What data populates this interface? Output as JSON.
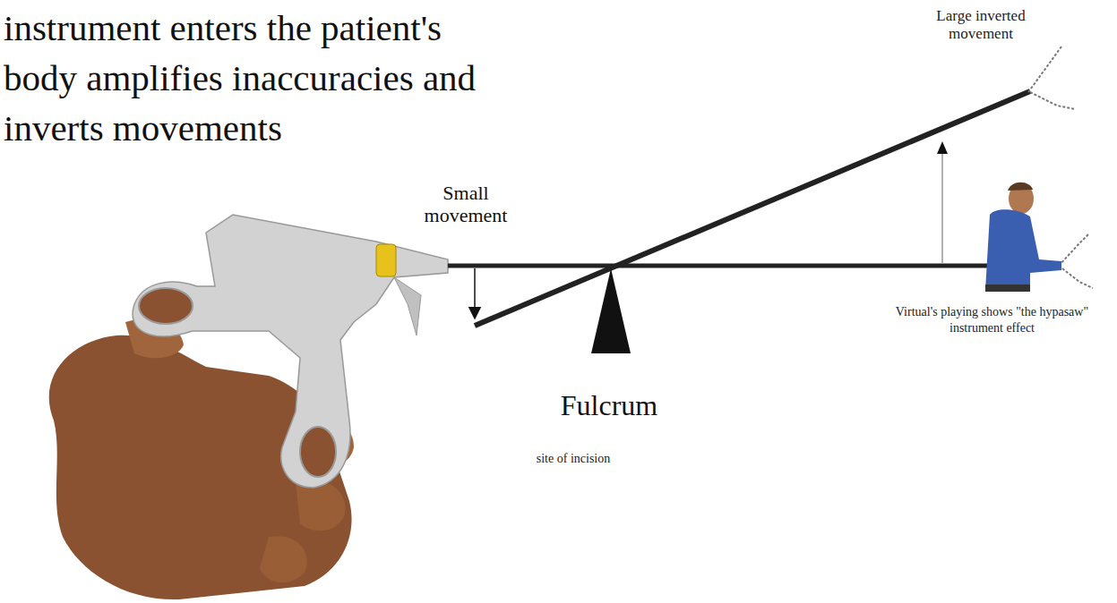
{
  "diagram": {
    "labels": [
      "instrument enters the patient's body amplifies inaccuracies and inverts movements",
      "Large inverted movement",
      "Small movement",
      "Fulcrum",
      "site of incision",
      "Virtual's playing shows \"the hypasaw\" instrument effect"
    ]
  }
}
